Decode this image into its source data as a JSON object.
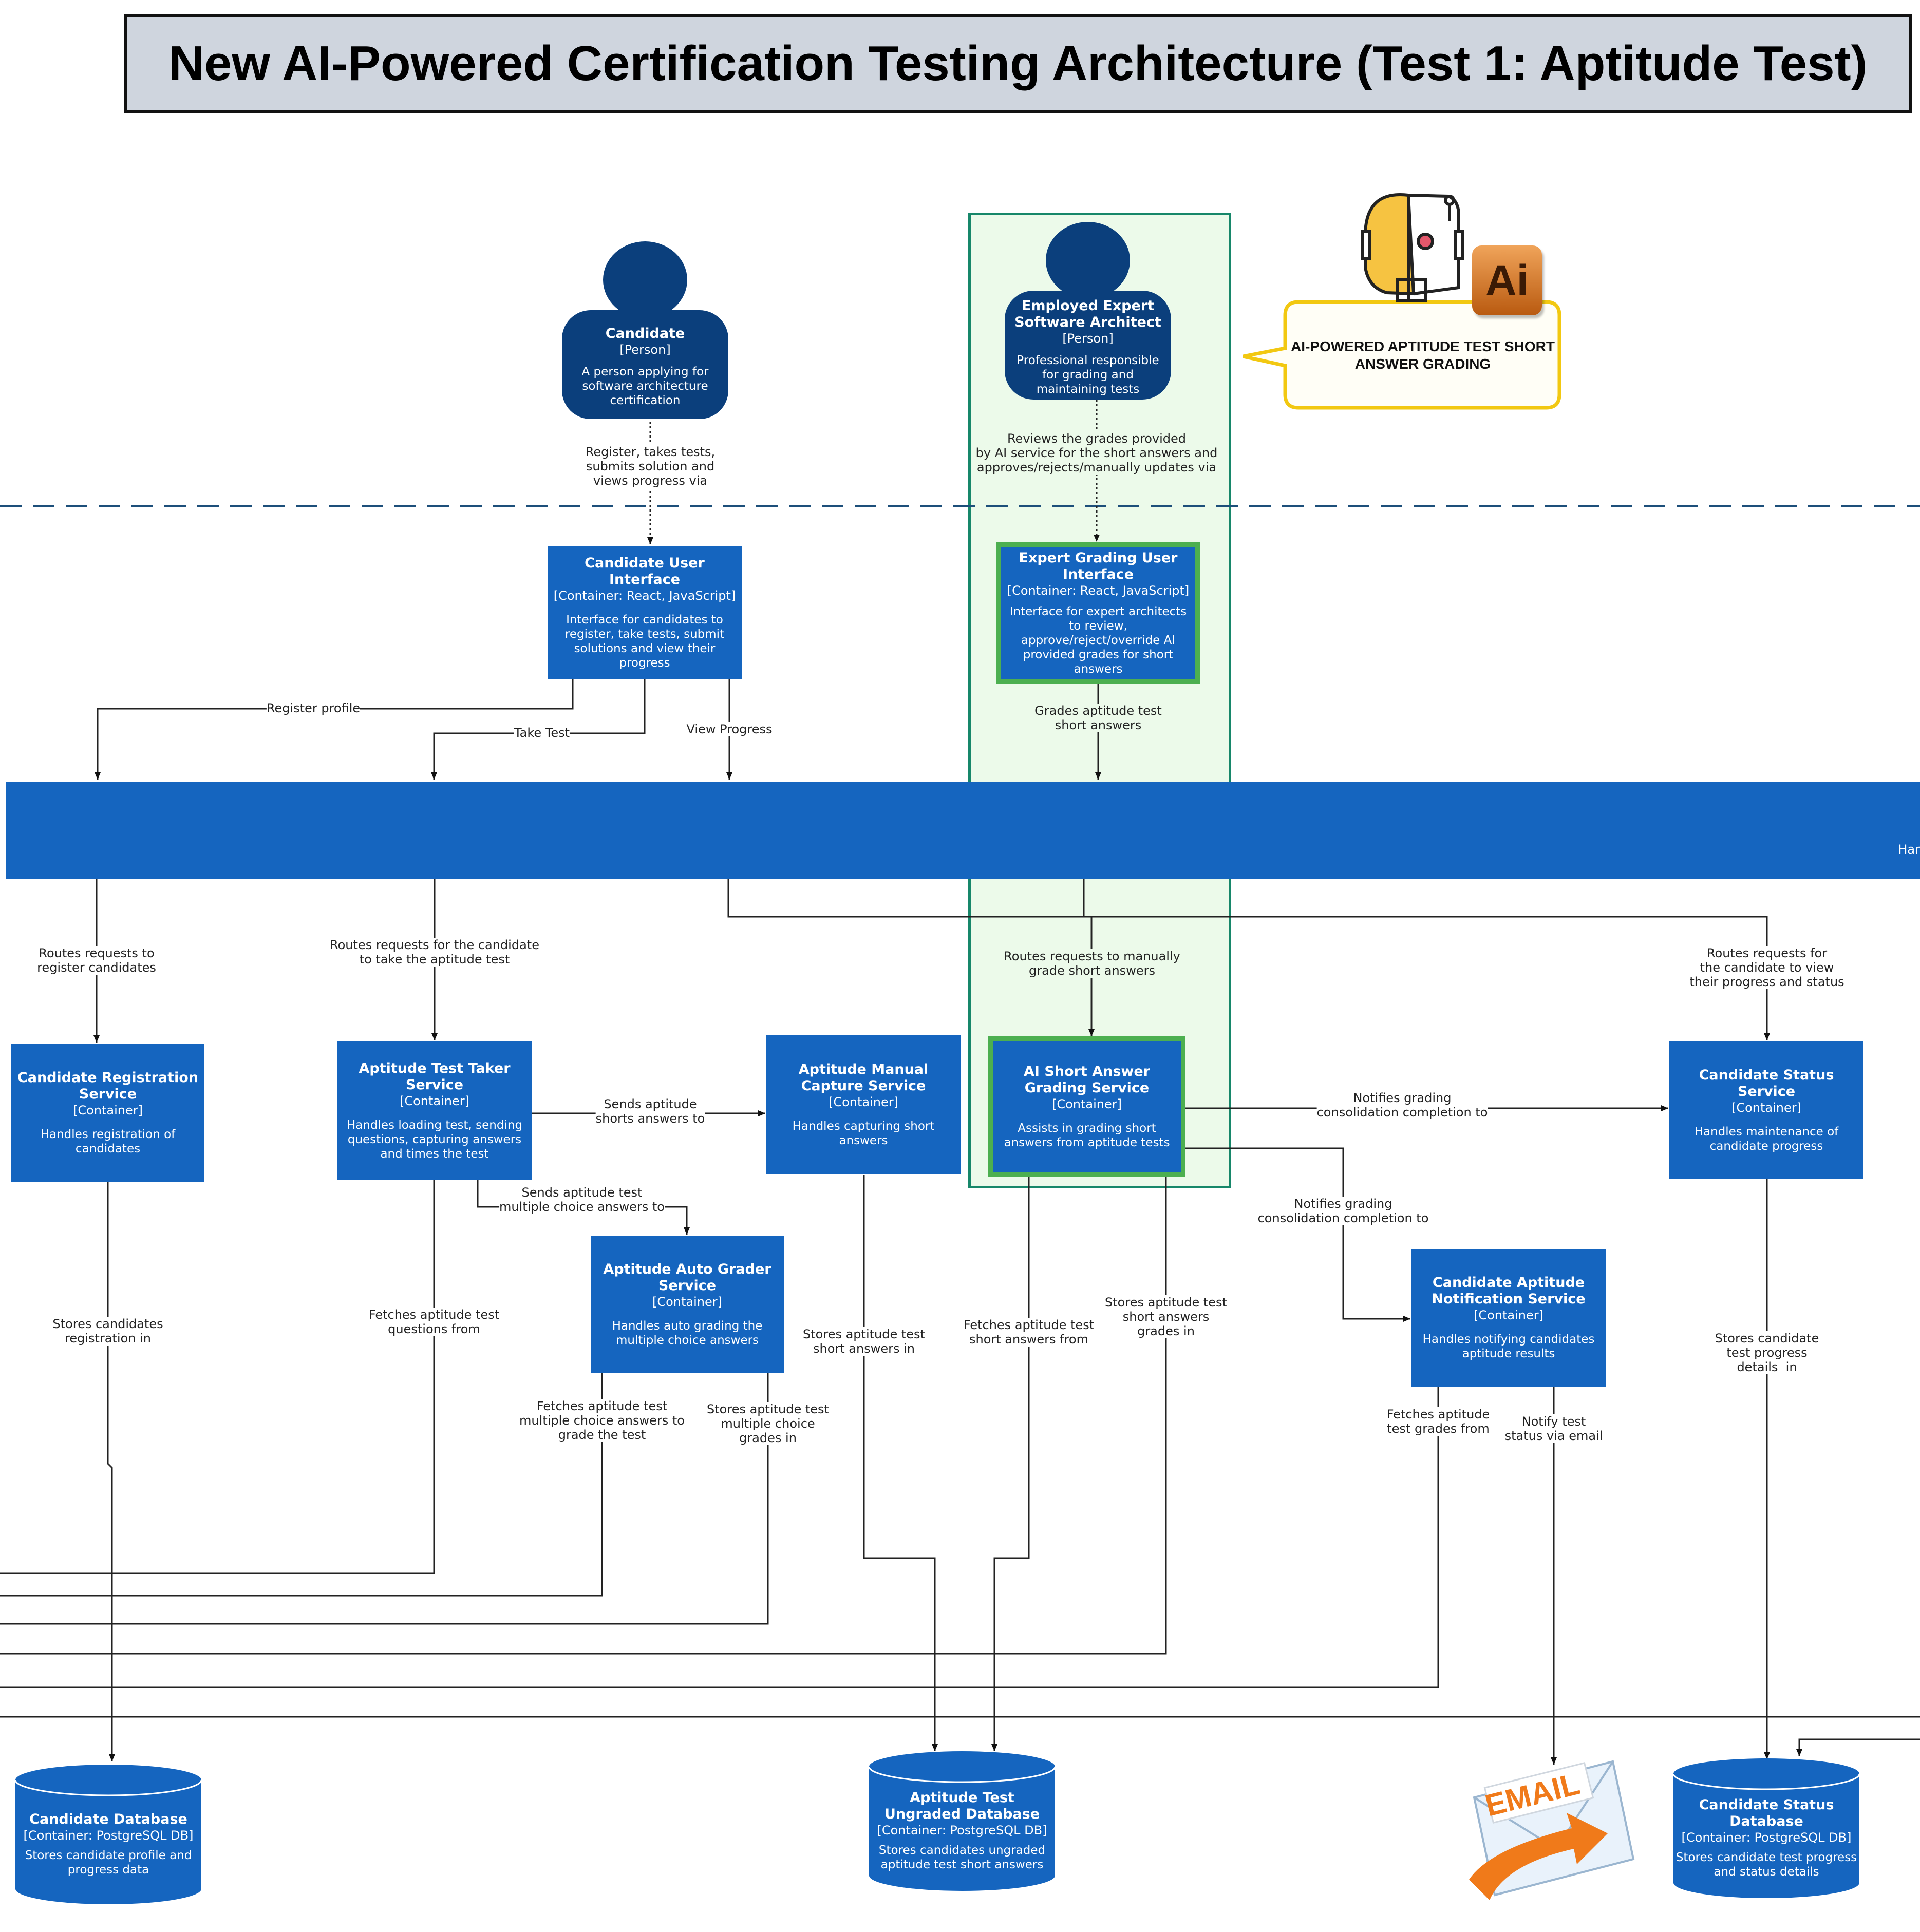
{
  "title": "New AI-Powered Certification Testing Architecture (Test 1: Aptitude Test)",
  "ai_callout": "AI-POWERED APTITUDE TEST SHORT ANSWER GRADING",
  "ai_badge": "Ai",
  "email_icon_text": "EMAIL",
  "gateway_text": "Har",
  "persons": {
    "candidate": {
      "name": "Candidate",
      "type": "[Person]",
      "desc": "A person applying for software architecture certification"
    },
    "expert": {
      "name": "Employed Expert Software Architect",
      "type": "[Person]",
      "desc": "Professional responsible for grading and maintaining tests"
    }
  },
  "containers": {
    "candidate_ui": {
      "name": "Candidate User Interface",
      "tech": "[Container: React, JavaScript]",
      "desc": "Interface for candidates to register, take tests, submit solutions and view their progress"
    },
    "expert_ui": {
      "name": "Expert Grading User Interface",
      "tech": "[Container: React, JavaScript]",
      "desc": "Interface for expert architects to review, approve/reject/override AI provided grades for short answers"
    },
    "registration": {
      "name": "Candidate Registration Service",
      "tech": "[Container]",
      "desc": "Handles registration of candidates"
    },
    "test_taker": {
      "name": "Aptitude Test Taker Service",
      "tech": "[Container]",
      "desc": "Handles loading test, sending questions, capturing answers and times  the test"
    },
    "manual_capture": {
      "name": "Aptitude  Manual Capture Service",
      "tech": "[Container]",
      "desc": "Handles capturing short answers"
    },
    "ai_grading": {
      "name": "AI Short Answer Grading Service",
      "tech": "[Container]",
      "desc": "Assists in grading short answers from aptitude tests"
    },
    "status": {
      "name": "Candidate Status Service",
      "tech": "[Container]",
      "desc": "Handles maintenance of candidate progress"
    },
    "auto_grader": {
      "name": "Aptitude  Auto Grader Service",
      "tech": "[Container]",
      "desc": "Handles auto grading the multiple choice answers"
    },
    "notification": {
      "name": "Candidate Aptitude Notification Service",
      "tech": "[Container]",
      "desc": "Handles notifying candidates aptitude results"
    }
  },
  "databases": {
    "candidate_db": {
      "name": "Candidate Database",
      "tech": "[Container: PostgreSQL DB]",
      "desc": "Stores candidate profile and progress data"
    },
    "ungraded_db": {
      "name": "Aptitude Test Ungraded Database",
      "tech": "[Container: PostgreSQL DB]",
      "desc": "Stores candidates ungraded aptitude test short answers"
    },
    "status_db": {
      "name": "Candidate Status Database",
      "tech": "[Container: PostgreSQL DB]",
      "desc": "Stores candidate test progress and status details"
    }
  },
  "edge_labels": {
    "candidate_uses": "Register, takes tests,\nsubmits solution and\nviews progress via",
    "expert_uses": "Reviews the grades provided\nby AI service for the short answers and\napproves/rejects/manually updates via",
    "register_profile": "Register profile",
    "take_test": "Take Test",
    "view_progress": "View Progress",
    "grades_short": "Grades aptitude test\nshort answers",
    "route_register": "Routes requests to\nregister candidates",
    "route_take_test": "Routes requests for the candidate\nto take the aptitude test",
    "route_manual_grade": "Routes requests to manually\ngrade short answers",
    "route_status": "Routes requests for\nthe candidate to view\ntheir progress and status",
    "sends_short": "Sends aptitude\nshorts answers to",
    "sends_mc": "Sends aptitude test\nmultiple choice answers to",
    "notifies_status": "Notifies grading\nconsolidation completion to",
    "notifies_notification": "Notifies grading\nconsolidation completion to",
    "stores_registration": "Stores candidates\nregistration in",
    "fetches_questions": "Fetches aptitude test\nquestions from",
    "fetches_mc": "Fetches aptitude test\nmultiple choice answers to\ngrade the test",
    "stores_mc_grades": "Stores aptitude test\nmultiple choice\ngrades in",
    "stores_short": "Stores aptitude test\nshort answers in",
    "fetches_short": "Fetches aptitude test\nshort answers from",
    "stores_short_grades": "Stores aptitude test\nshort answers\ngrades in",
    "fetches_grades": "Fetches aptitude\ntest grades from",
    "notify_email": "Notify test\nstatus via email",
    "stores_progress": "Stores candidate\ntest progress\ndetails  in"
  },
  "colors": {
    "container": "#1565bf",
    "person": "#0b3f7c",
    "ai_zone": "#ecfaea",
    "ai_border": "#17876a",
    "highlight": "#4caf50",
    "callout": "#f2c811"
  }
}
